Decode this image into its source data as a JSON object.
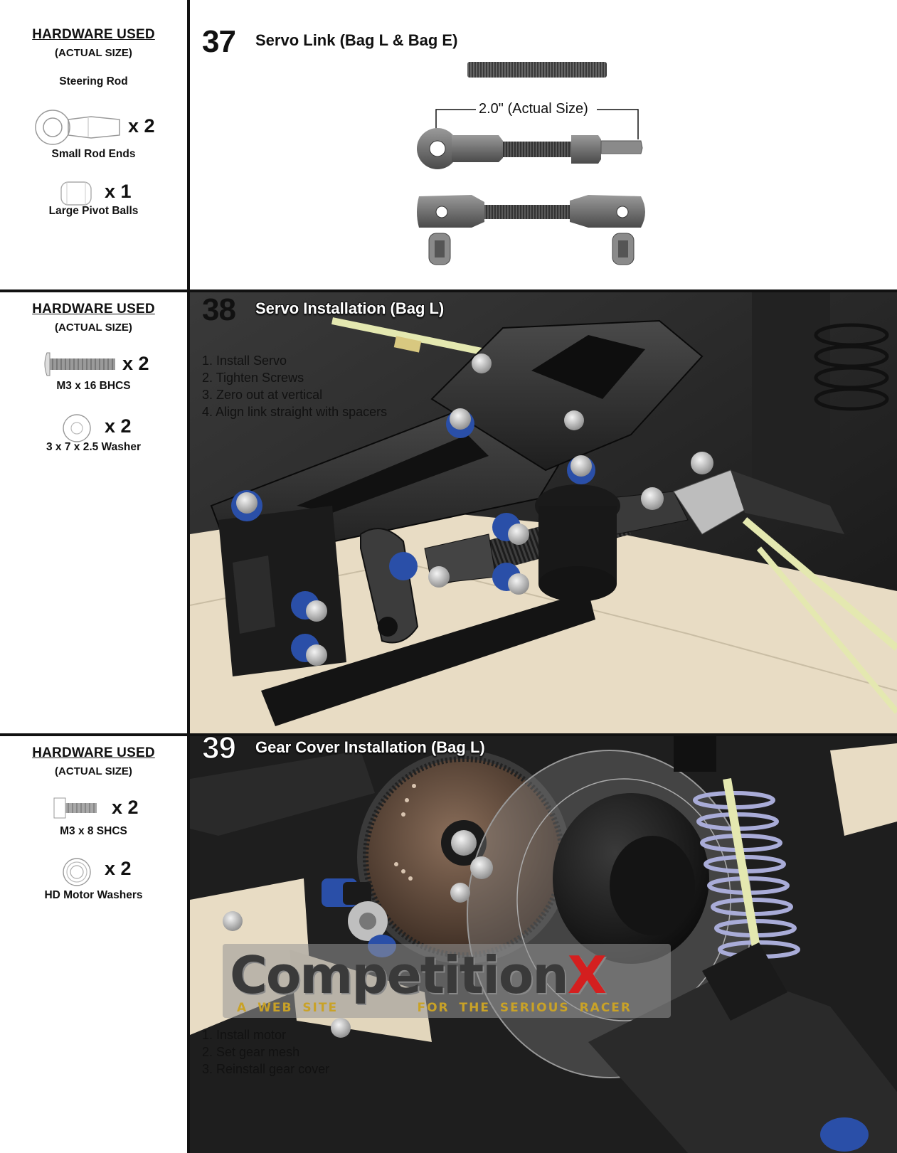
{
  "steps": [
    {
      "number": "37",
      "title": "Servo Link (Bag L & Bag E)",
      "dimension_label": "2.0\" (Actual Size)",
      "hardware": {
        "title": "HARDWARE USED",
        "subtitle": "(ACTUAL SIZE)",
        "items": [
          {
            "name": "Steering Rod",
            "qty": ""
          },
          {
            "name": "Small Rod Ends",
            "qty": "x 2"
          },
          {
            "name": "Large Pivot Balls",
            "qty": "x 1"
          }
        ]
      }
    },
    {
      "number": "38",
      "title": "Servo Installation (Bag L)",
      "instructions": [
        "1. Install Servo",
        "2. Tighten Screws",
        "3. Zero out at vertical",
        "4. Align link straight with spacers"
      ],
      "hardware": {
        "title": "HARDWARE USED",
        "subtitle": "(ACTUAL SIZE)",
        "items": [
          {
            "name": "M3 x 16 BHCS",
            "qty": "x 2"
          },
          {
            "name": "3 x 7 x 2.5 Washer",
            "qty": "x 2"
          }
        ]
      }
    },
    {
      "number": "39",
      "title": "Gear Cover Installation (Bag L)",
      "instructions": [
        "1. Install motor",
        "2. Set gear mesh",
        "3. Reinstall gear cover"
      ],
      "hardware": {
        "title": "HARDWARE USED",
        "subtitle": "(ACTUAL SIZE)",
        "items": [
          {
            "name": "M3 x 8 SHCS",
            "qty": "x 2"
          },
          {
            "name": "HD Motor Washers",
            "qty": "x 2"
          }
        ]
      }
    }
  ],
  "watermark": {
    "main_a": "Competition",
    "main_b": "X",
    "tagline_a": "A WEB SITE",
    "tagline_b": "FOR THE SERIOUS RACER"
  },
  "colors": {
    "rule": "#111111",
    "anodized_blue": "#2a4fa8",
    "steel_rod": "#e4e8b0",
    "chassis_tan": "#e8dcc4",
    "plastic_dark": "#2b2b2b"
  }
}
